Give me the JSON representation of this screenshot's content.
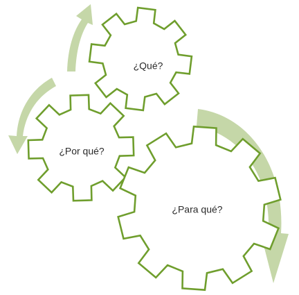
{
  "diagram": {
    "gears": [
      {
        "id": "que",
        "label": "¿Qué?"
      },
      {
        "id": "por-que",
        "label": "¿Por qué?"
      },
      {
        "id": "para-que",
        "label": "¿Para qué?"
      }
    ]
  },
  "colors": {
    "gear_outline": "#6f9e2d",
    "arrow_fill": "#c5d7a8",
    "text": "#2b2b2b",
    "background": "#ffffff"
  }
}
